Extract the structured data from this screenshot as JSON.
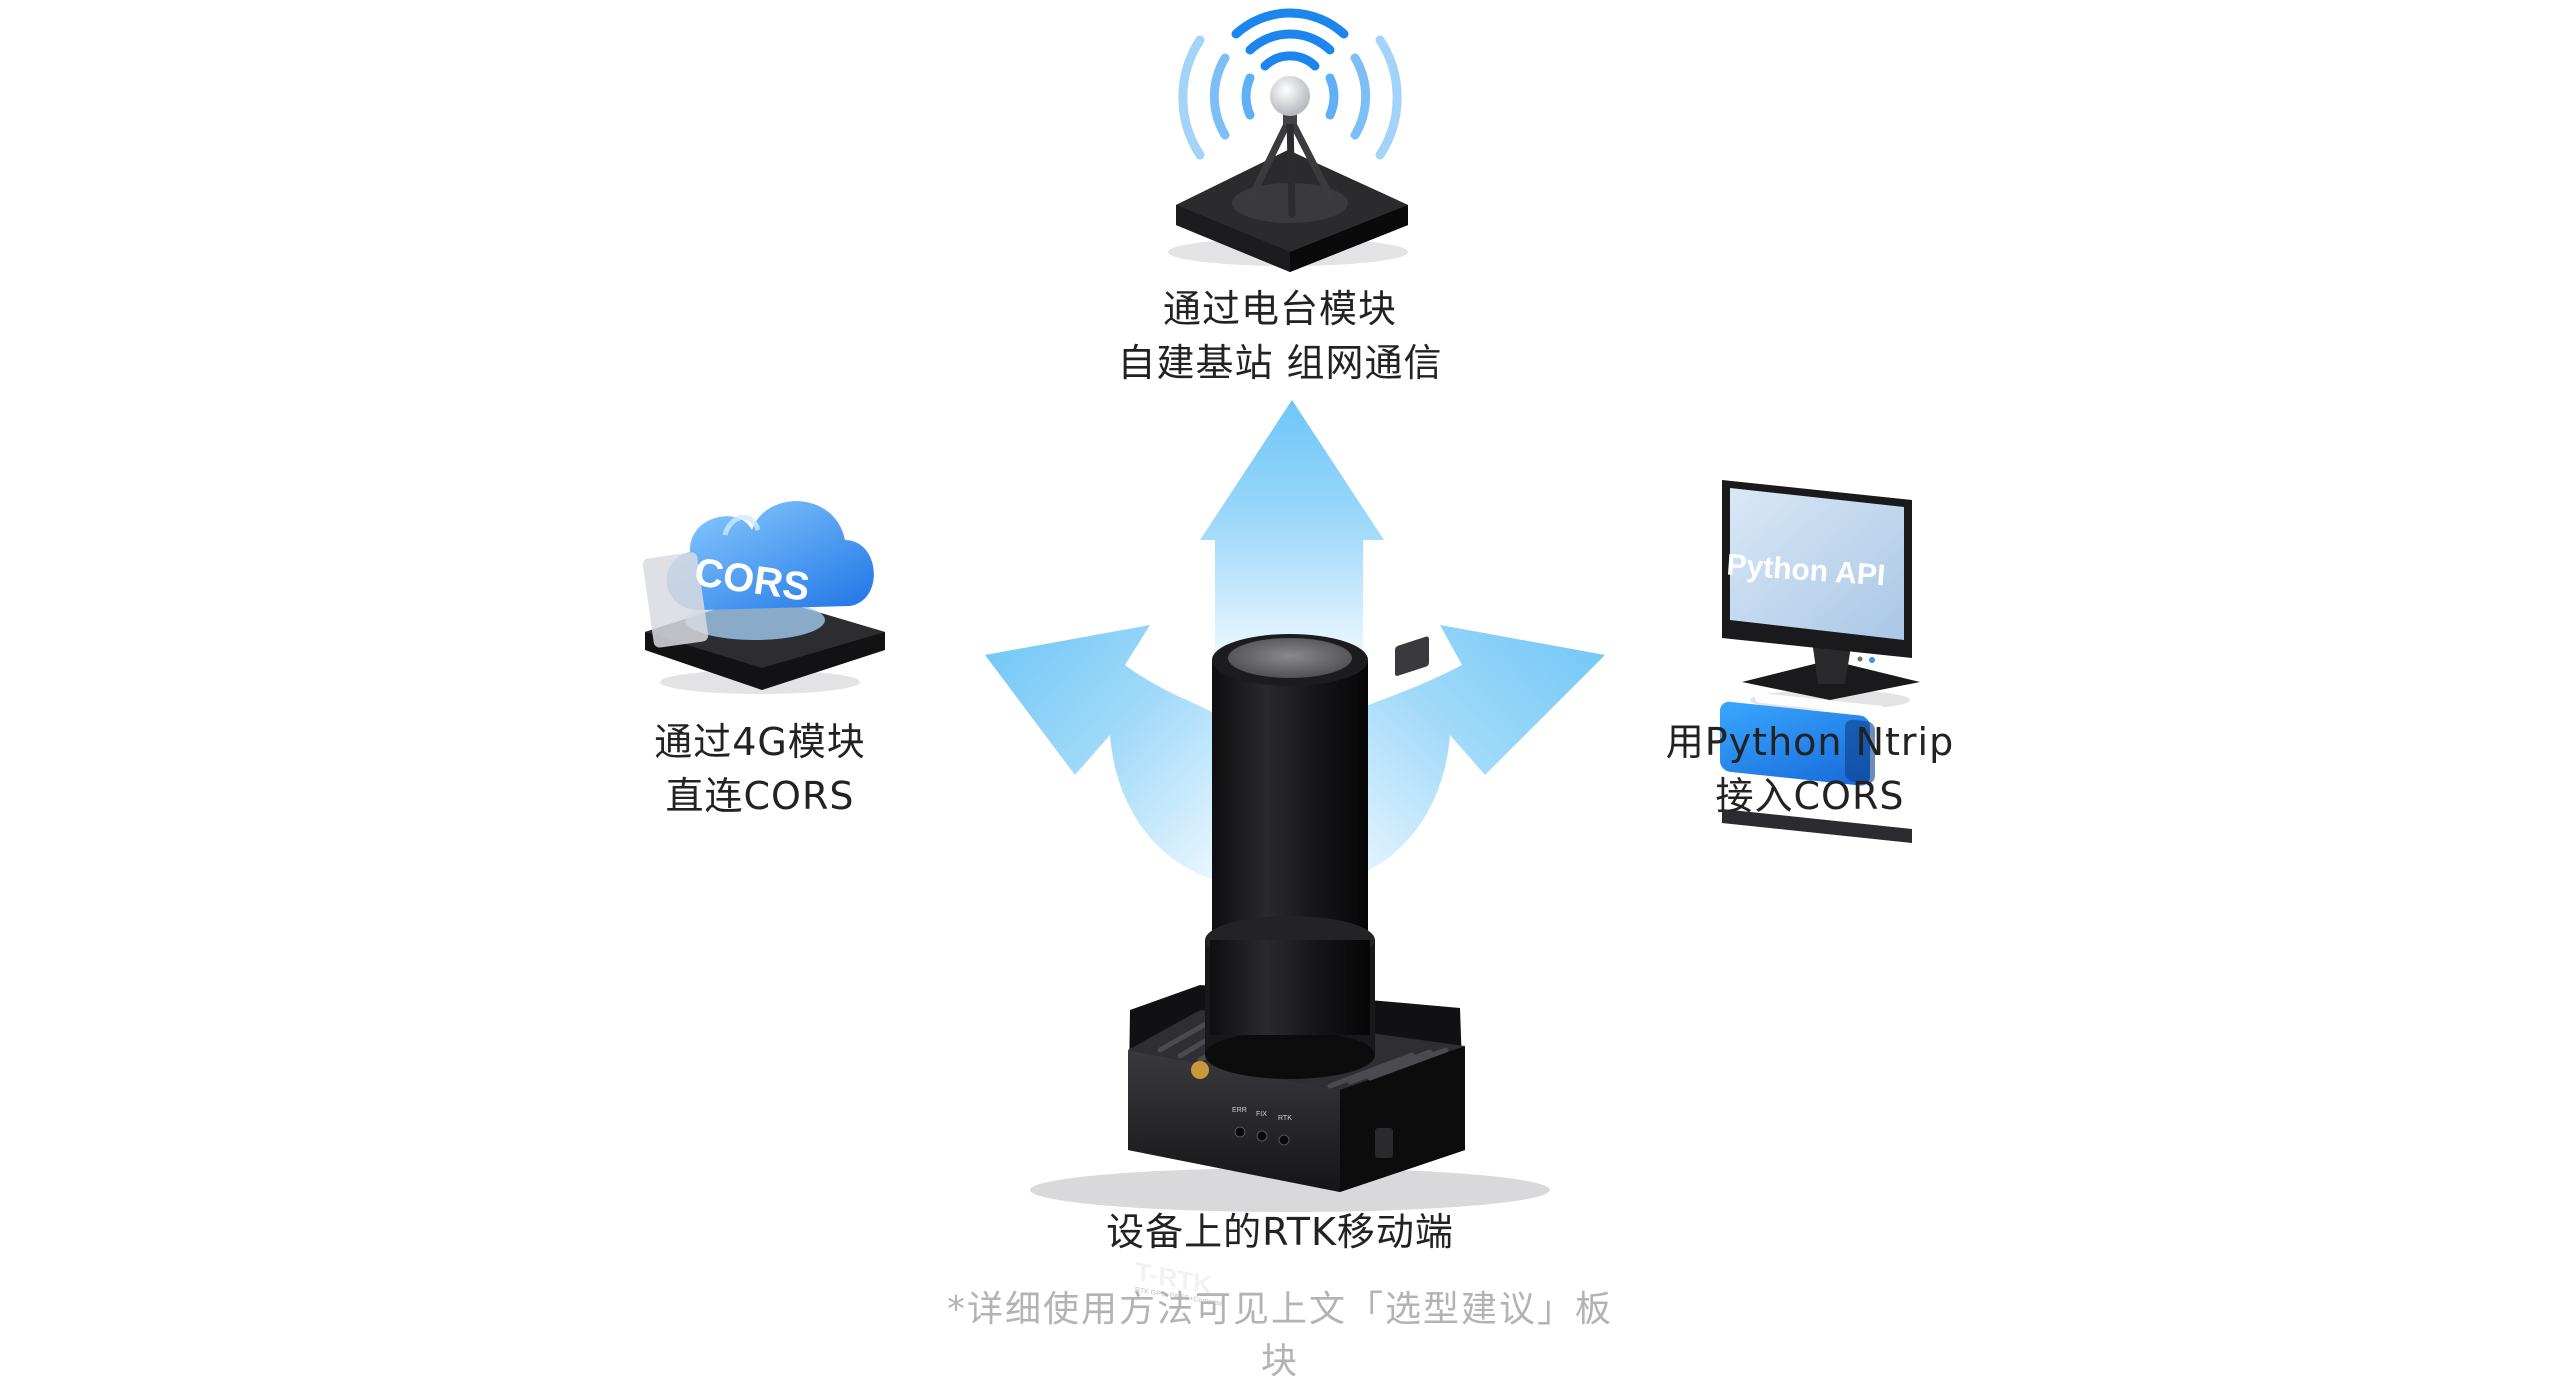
{
  "captions": {
    "top": [
      "通过电台模块",
      "自建基站 组网通信"
    ],
    "left": [
      "通过4G模块",
      "直连CORS"
    ],
    "right": [
      "用Python Ntrip",
      "接入CORS"
    ],
    "bottom": [
      "设备上的RTK移动端"
    ]
  },
  "footnote": "*详细使用方法可见上文「选型建议」板块",
  "icons": {
    "top": "radio-base-station-icon",
    "left": "cors-cloud-icon",
    "right": "python-api-monitor-icon",
    "center": "rtk-device"
  },
  "labels": {
    "cors_cloud": "CORS",
    "monitor": "Python API",
    "device_brand": "T-RTK",
    "device_sub": "RTK GPS+GNSS+Compass",
    "led_1": "ERR",
    "led_2": "FIX",
    "led_3": "RTK"
  },
  "colors": {
    "arrow_light": "#7ccdf8",
    "arrow_fade": "#eaf6fe",
    "accent_blue": "#1f8ef0",
    "device_dark": "#1b1b1d"
  }
}
